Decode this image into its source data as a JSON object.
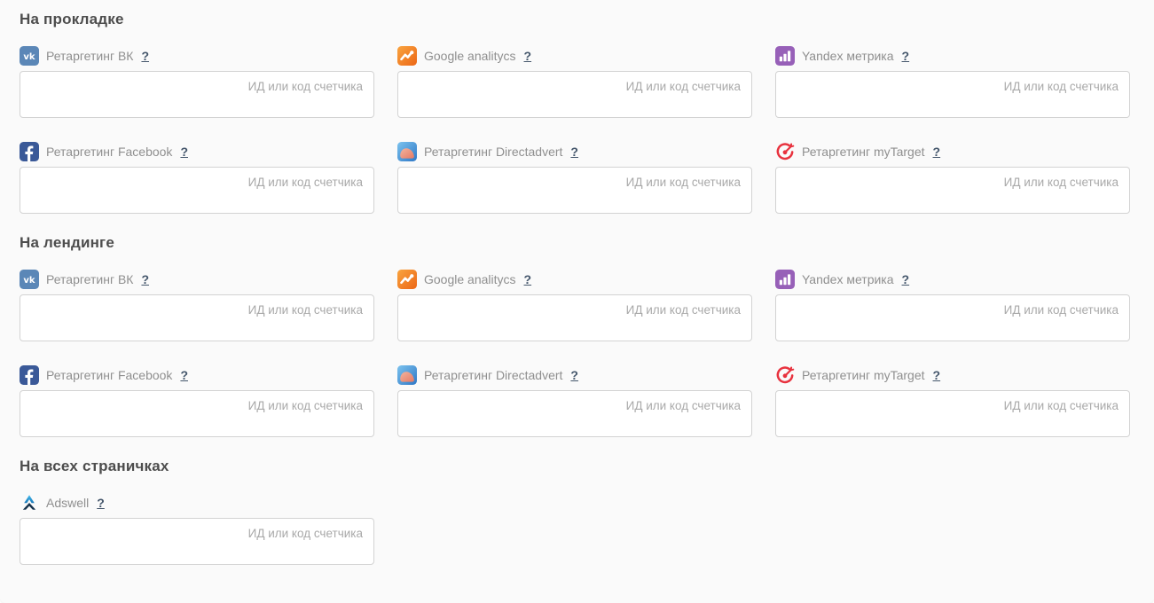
{
  "placeholder": "ИД или код счетчика",
  "help_link": "?",
  "colors": {
    "page_background": "#fafafa",
    "section_title": "#4d4d4d",
    "field_label": "#8f8f8f",
    "help_link": "#44566b",
    "input_border": "#d3d3d3",
    "placeholder_text": "#a9a9a9",
    "vk": "#5b87b7",
    "google_analytics": "#ee6c1a",
    "yandex_metrika": "#9760b8",
    "facebook": "#3a5998",
    "directadvert_blue": "#2e77c6",
    "directadvert_pink": "#e57a65",
    "mytarget": "#e8323e",
    "adswell_light": "#45bdf0",
    "adswell_dark": "#16334d"
  },
  "sections": [
    {
      "title": "На прокладке",
      "fields": [
        {
          "label": "Ретаргетинг ВК",
          "icon": "vk-icon",
          "value": ""
        },
        {
          "label": "Google analitycs",
          "icon": "google-analytics-icon",
          "value": ""
        },
        {
          "label": "Yandex метрика",
          "icon": "yandex-metrika-icon",
          "value": ""
        },
        {
          "label": "Ретаргетинг Facebook",
          "icon": "facebook-icon",
          "value": ""
        },
        {
          "label": "Ретаргетинг Directadvert",
          "icon": "directadvert-icon",
          "value": ""
        },
        {
          "label": "Ретаргетинг myTarget",
          "icon": "mytarget-icon",
          "value": ""
        }
      ]
    },
    {
      "title": "На лендинге",
      "fields": [
        {
          "label": "Ретаргетинг ВК",
          "icon": "vk-icon",
          "value": ""
        },
        {
          "label": "Google analitycs",
          "icon": "google-analytics-icon",
          "value": ""
        },
        {
          "label": "Yandex метрика",
          "icon": "yandex-metrika-icon",
          "value": ""
        },
        {
          "label": "Ретаргетинг Facebook",
          "icon": "facebook-icon",
          "value": ""
        },
        {
          "label": "Ретаргетинг Directadvert",
          "icon": "directadvert-icon",
          "value": ""
        },
        {
          "label": "Ретаргетинг myTarget",
          "icon": "mytarget-icon",
          "value": ""
        }
      ]
    },
    {
      "title": "На всех страничках",
      "fields": [
        {
          "label": "Adswell",
          "icon": "adswell-icon",
          "value": ""
        }
      ]
    }
  ]
}
